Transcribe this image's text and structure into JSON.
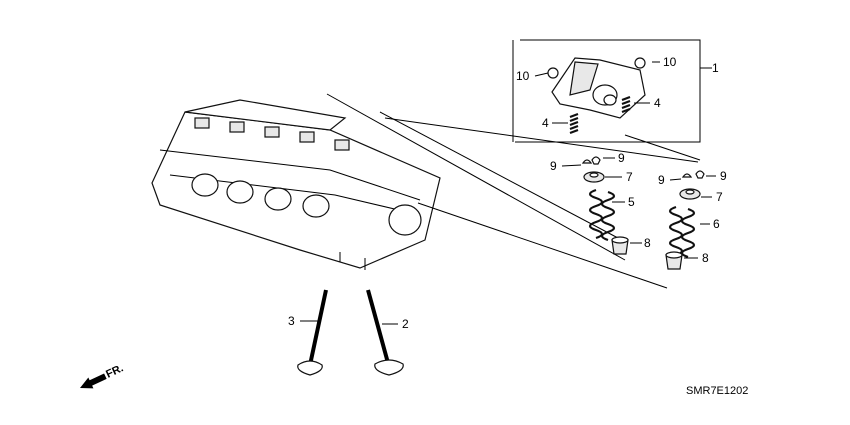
{
  "diagram": {
    "callouts": {
      "p1": "1",
      "p2": "2",
      "p3": "3",
      "p4a": "4",
      "p4b": "4",
      "p5": "5",
      "p6": "6",
      "p7a": "7",
      "p7b": "7",
      "p8a": "8",
      "p8b": "8",
      "p9a": "9",
      "p9b": "9",
      "p9c": "9",
      "p9d": "9",
      "p10a": "10",
      "p10b": "10"
    },
    "front_label": "FR.",
    "diagram_code": "SMR7E1202"
  }
}
